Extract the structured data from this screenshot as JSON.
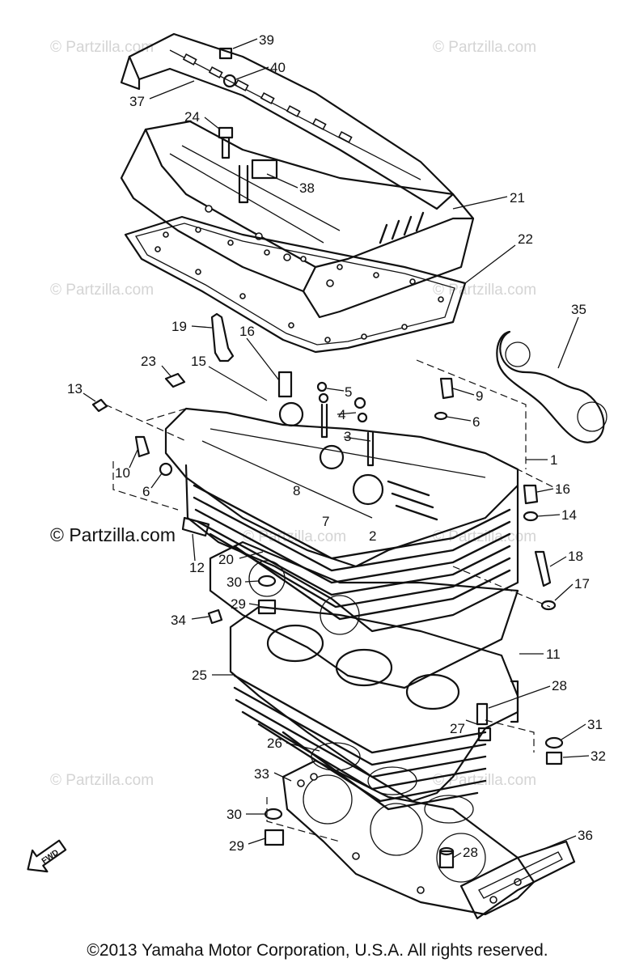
{
  "watermarks": [
    {
      "text": "© Partzilla.com"
    },
    {
      "text": "© Partzilla.com"
    },
    {
      "text": "© Partzilla.com"
    },
    {
      "text": "© Partzilla.com"
    },
    {
      "text": "© Partzilla.com"
    },
    {
      "text": "© Partzilla.com"
    },
    {
      "text": "© Partzilla.com"
    },
    {
      "text": "© Partzilla.com"
    }
  ],
  "watermark_strong": {
    "text": "© Partzilla.com"
  },
  "callouts": [
    "39",
    "40",
    "37",
    "24",
    "38",
    "21",
    "22",
    "35",
    "19",
    "16",
    "23",
    "15",
    "13",
    "5",
    "9",
    "4",
    "6",
    "3",
    "1",
    "10",
    "6",
    "8",
    "16",
    "14",
    "7",
    "2",
    "12",
    "20",
    "18",
    "30",
    "17",
    "29",
    "34",
    "11",
    "25",
    "28",
    "27",
    "31",
    "26",
    "32",
    "33",
    "30",
    "36",
    "29",
    "28"
  ],
  "fwd_label": "FWD",
  "copyright": "©2013 Yamaha Motor Corporation, U.S.A. All rights reserved."
}
